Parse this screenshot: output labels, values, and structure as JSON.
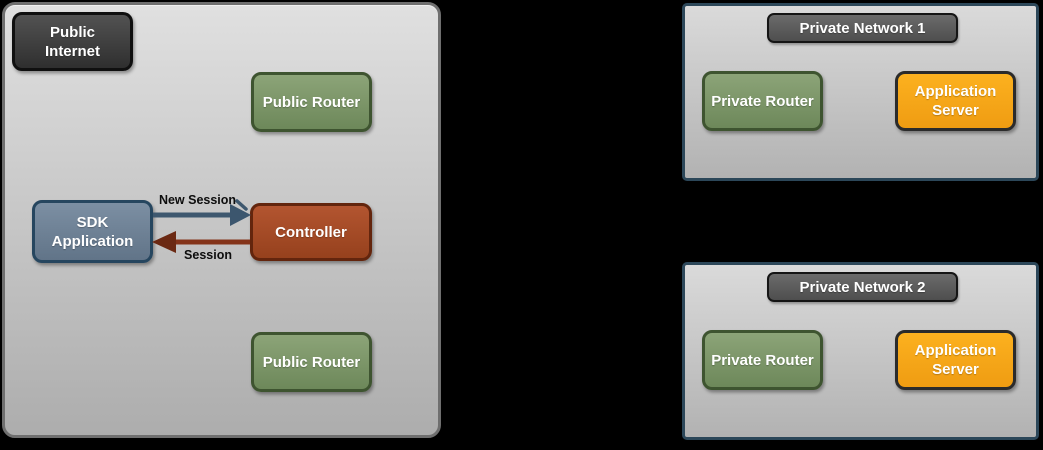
{
  "diagram": {
    "public_zone": {
      "label": "Public Internet",
      "public_router_top": "Public Router",
      "sdk_application": "SDK Application",
      "controller": "Controller",
      "public_router_bottom": "Public Router",
      "arrow_new_session": "New Session",
      "arrow_session": "Session"
    },
    "private_networks": [
      {
        "title": "Private Network 1",
        "router": "Private Router",
        "server": "Application Server"
      },
      {
        "title": "Private Network 2",
        "router": "Private Router",
        "server": "Application Server"
      }
    ],
    "colors": {
      "public_internet_node": "#3d3d3d",
      "router_green": "#7c9468",
      "sdk_blue": "#6d8095",
      "controller_rust": "#a84a26",
      "app_server_orange": "#f5a619",
      "arrow_new_session": "#3c566e",
      "arrow_session": "#7c2e14",
      "private_panel_border": "#2c4759",
      "zone_fill_top": "#e0e0e0",
      "zone_fill_bottom": "#adadad",
      "background": "#000000"
    }
  }
}
